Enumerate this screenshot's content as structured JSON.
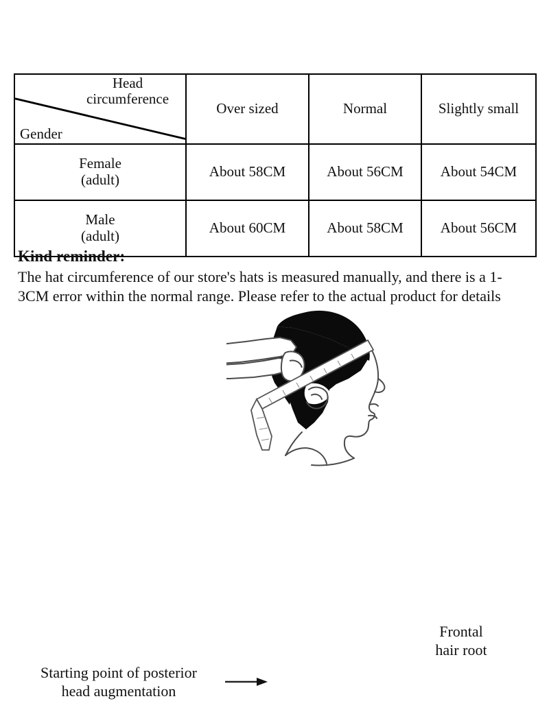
{
  "table": {
    "corner": {
      "column_axis_label": "Head circumference",
      "row_axis_label": "Gender"
    },
    "columns": [
      "Over sized",
      "Normal",
      "Slightly small"
    ],
    "rows": [
      {
        "label_line1": "Female",
        "label_line2": "(adult)",
        "values": [
          "About 58CM",
          "About 56CM",
          "About 54CM"
        ]
      },
      {
        "label_line1": "Male",
        "label_line2": "(adult)",
        "values": [
          "About 60CM",
          "About 58CM",
          "About 56CM"
        ]
      }
    ]
  },
  "reminder": {
    "title": "Kind reminder:",
    "body": "The hat circumference of our store's hats is measured manually, and there is a 1-3CM error within the normal range. Please refer to the actual product for details"
  },
  "illustration": {
    "frontal_label_line1": "Frontal",
    "frontal_label_line2": "hair root",
    "posterior_label_line1": "Starting point of posterior",
    "posterior_label_line2": "head augmentation",
    "figure_name": "head-profile-measuring-tape-diagram"
  },
  "colors": {
    "border": "#000000",
    "text": "#111111",
    "background": "#ffffff",
    "hair": "#0b0b0b",
    "outline": "#4a4a4a"
  }
}
